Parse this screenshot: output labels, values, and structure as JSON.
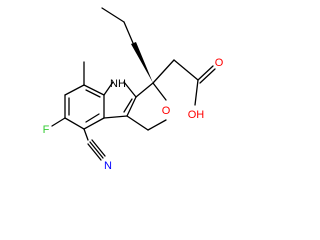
{
  "molecule": {
    "atom_labels": {
      "nh": "NH",
      "ring_oxygen": "O",
      "carbonyl_oxygen": "O",
      "hydroxyl": "OH",
      "fluorine": "F",
      "nitrile_nitrogen": "N"
    },
    "colors": {
      "bond": "#000000",
      "nitrogen": "#0000FF",
      "oxygen": "#FF0000",
      "fluorine": "#33CC33"
    }
  }
}
